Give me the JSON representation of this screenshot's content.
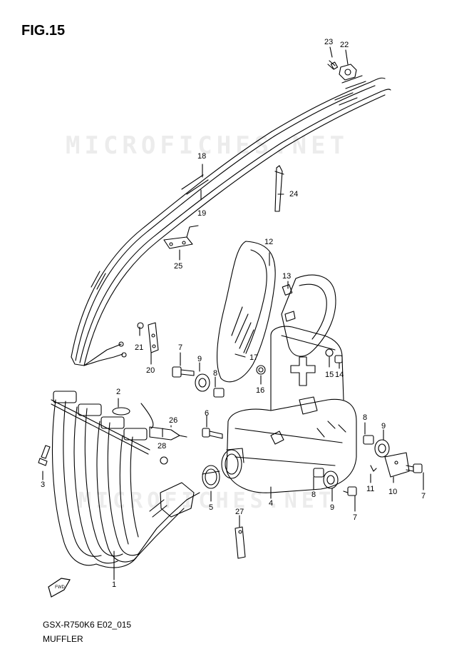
{
  "figure": {
    "title": "FIG.15",
    "model_code": "GSX-R750K6 E02_015",
    "part_name": "MUFFLER"
  },
  "watermark": {
    "text": "MICROFICHES.NET",
    "color": "#ececec"
  },
  "fwd_badge": "FWD",
  "callouts": [
    "1",
    "2",
    "3",
    "4",
    "5",
    "6",
    "7",
    "7",
    "7",
    "8",
    "8",
    "8",
    "9",
    "9",
    "9",
    "10",
    "11",
    "12",
    "13",
    "14",
    "15",
    "16",
    "17",
    "18",
    "19",
    "20",
    "21",
    "22",
    "23",
    "24",
    "25",
    "26",
    "27",
    "28"
  ],
  "colors": {
    "ink": "#000000",
    "background": "#ffffff"
  }
}
